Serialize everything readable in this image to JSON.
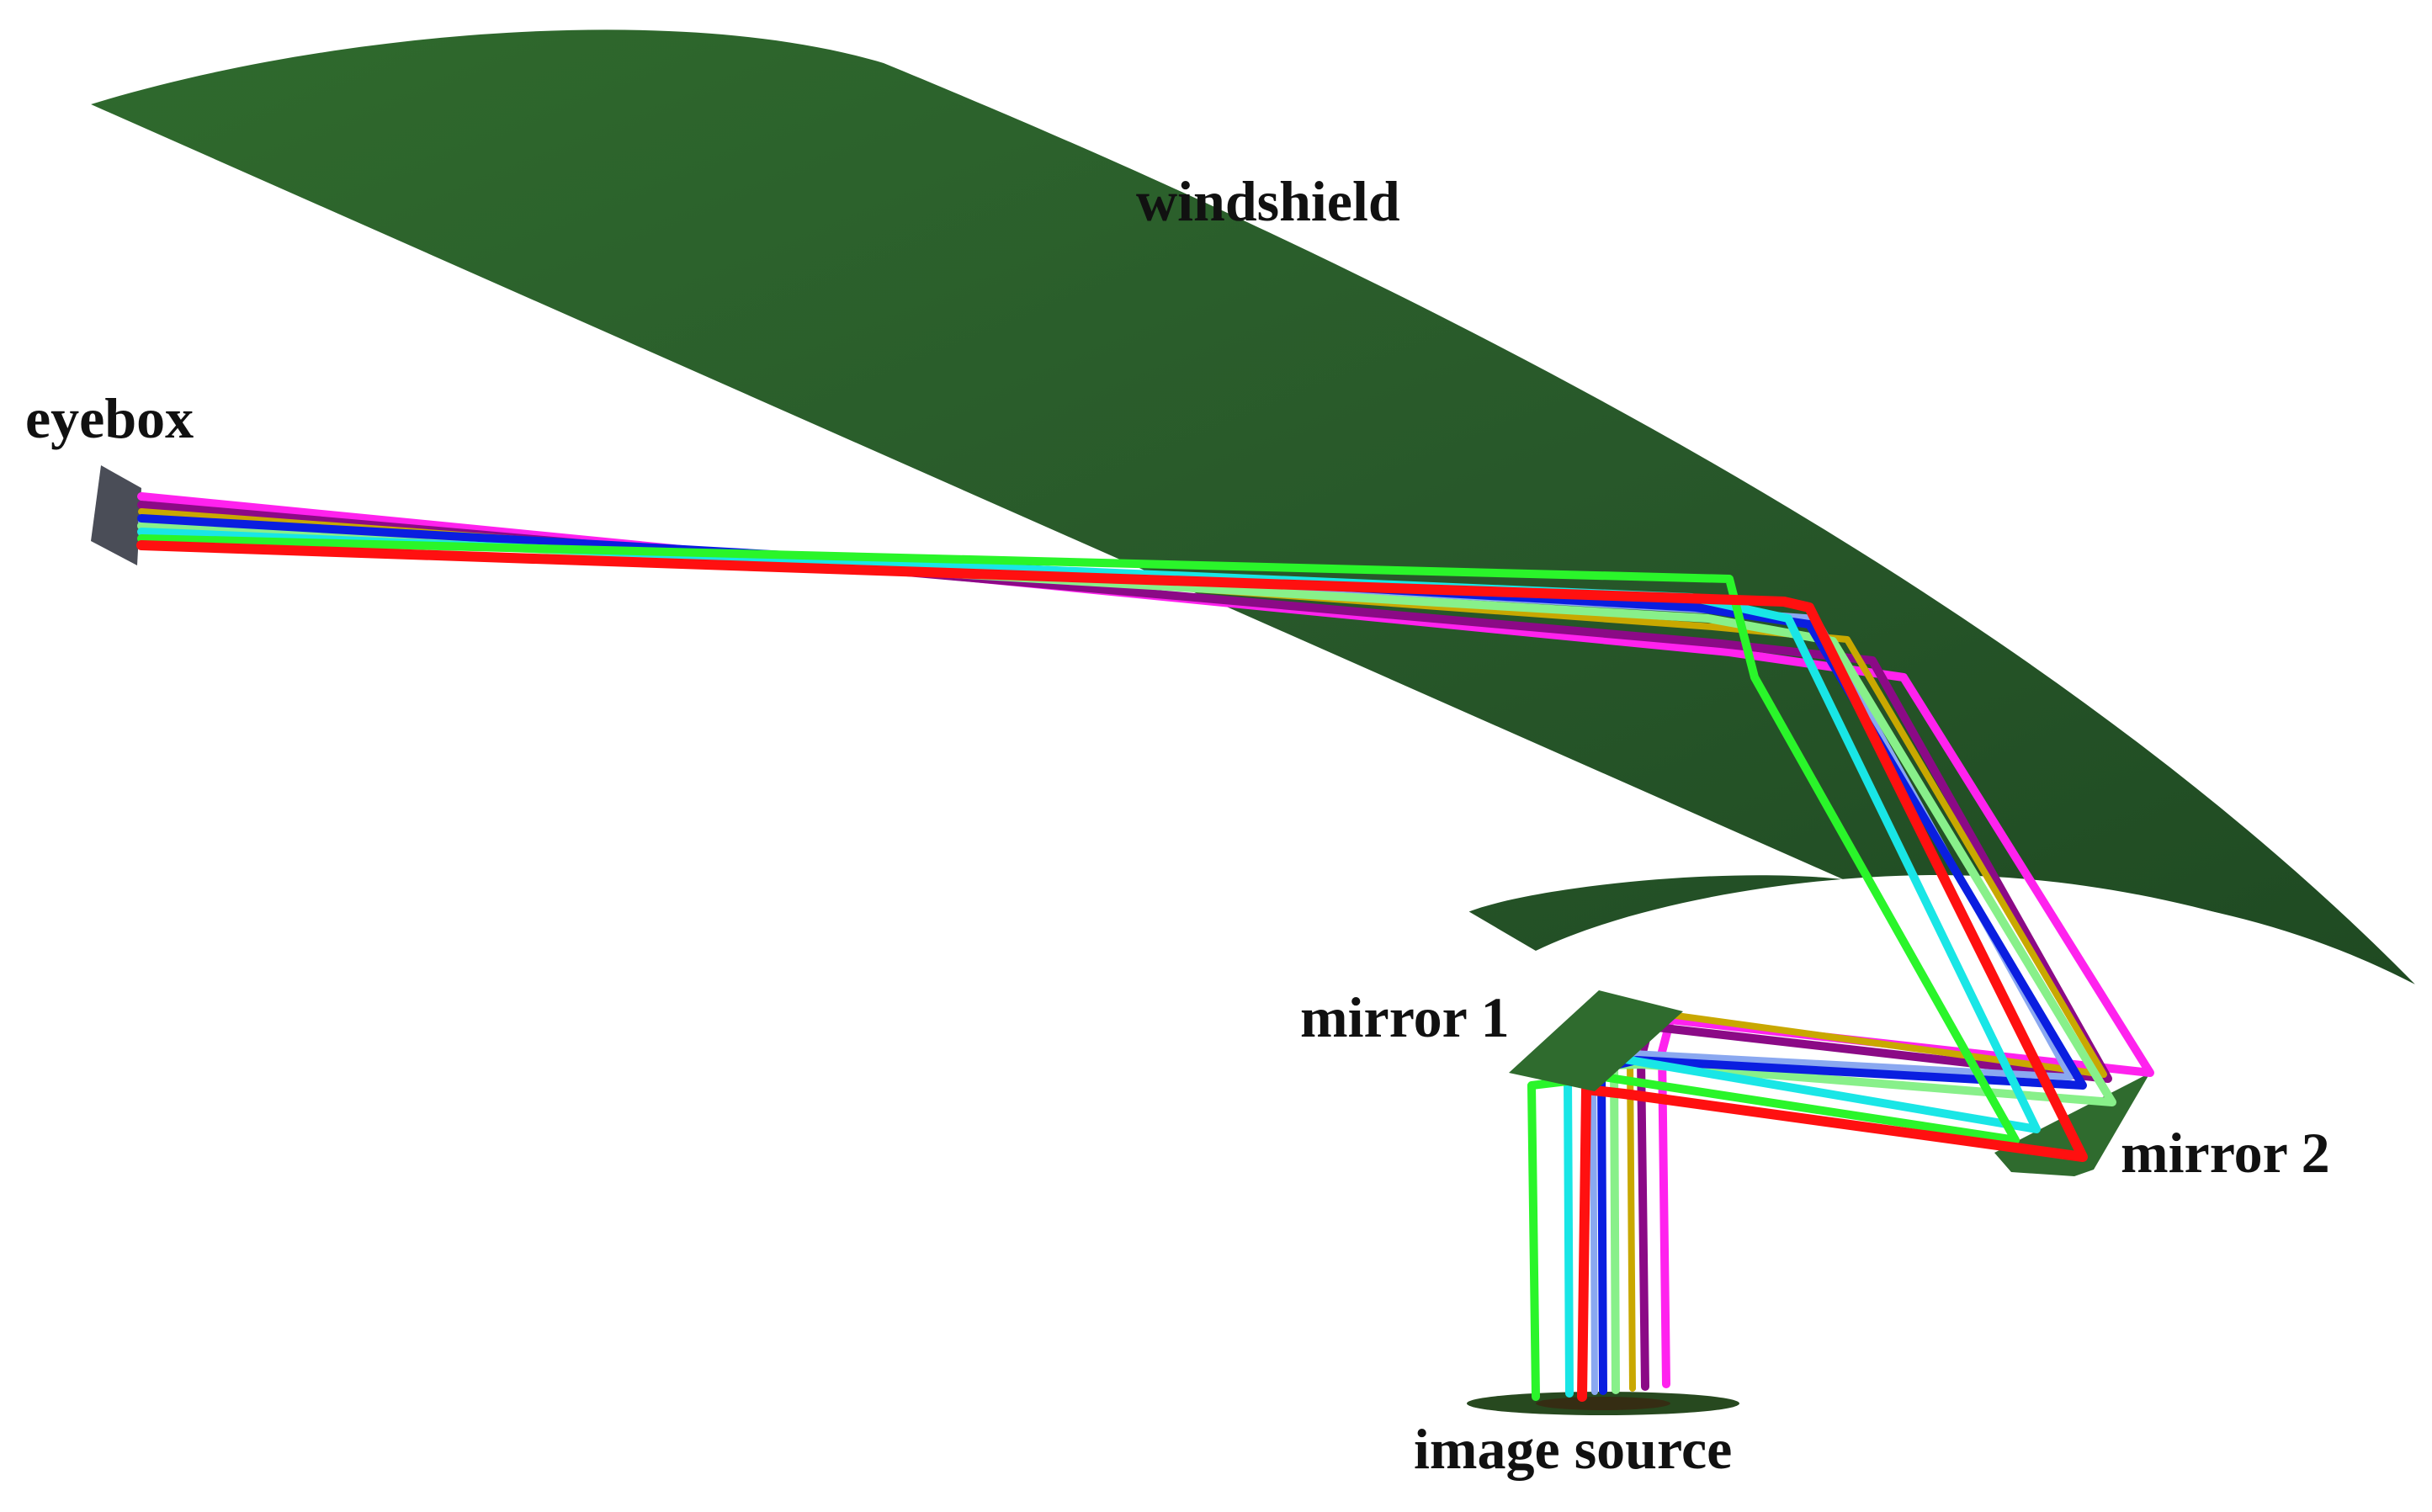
{
  "labels": {
    "windshield": "windshield",
    "eyebox": "eyebox",
    "mirror1": "mirror 1",
    "mirror2": "mirror 2",
    "image_source": "image source"
  },
  "colors": {
    "windshield": "#2a5e29",
    "eyebox": "#4a4d57",
    "mirror": "#2f6b2e",
    "image_source": "#27491f",
    "background": "#ffffff",
    "rays": [
      "#ff22ee",
      "#8b0a86",
      "#c9a800",
      "#8aa8f0",
      "#88f08a",
      "#0a1ee0",
      "#19e6e6",
      "#2af52a",
      "#ff1010"
    ]
  },
  "ray_colors_named": [
    "magenta",
    "purple",
    "yellow",
    "lavender",
    "light-green",
    "blue",
    "cyan",
    "green",
    "red"
  ]
}
